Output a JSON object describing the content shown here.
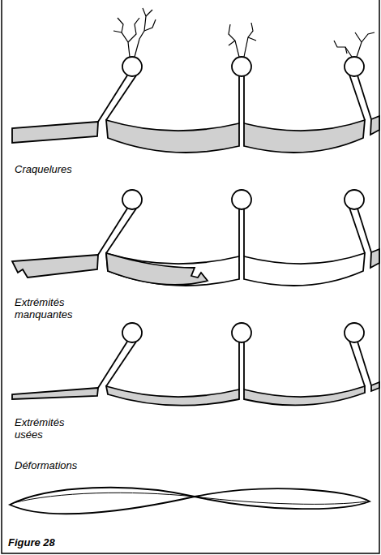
{
  "diagram": {
    "caption": "Figure 28",
    "labels": [
      "Craquelures",
      "Extrémités manquantes",
      "Extrémités usées",
      "Déformations"
    ]
  }
}
